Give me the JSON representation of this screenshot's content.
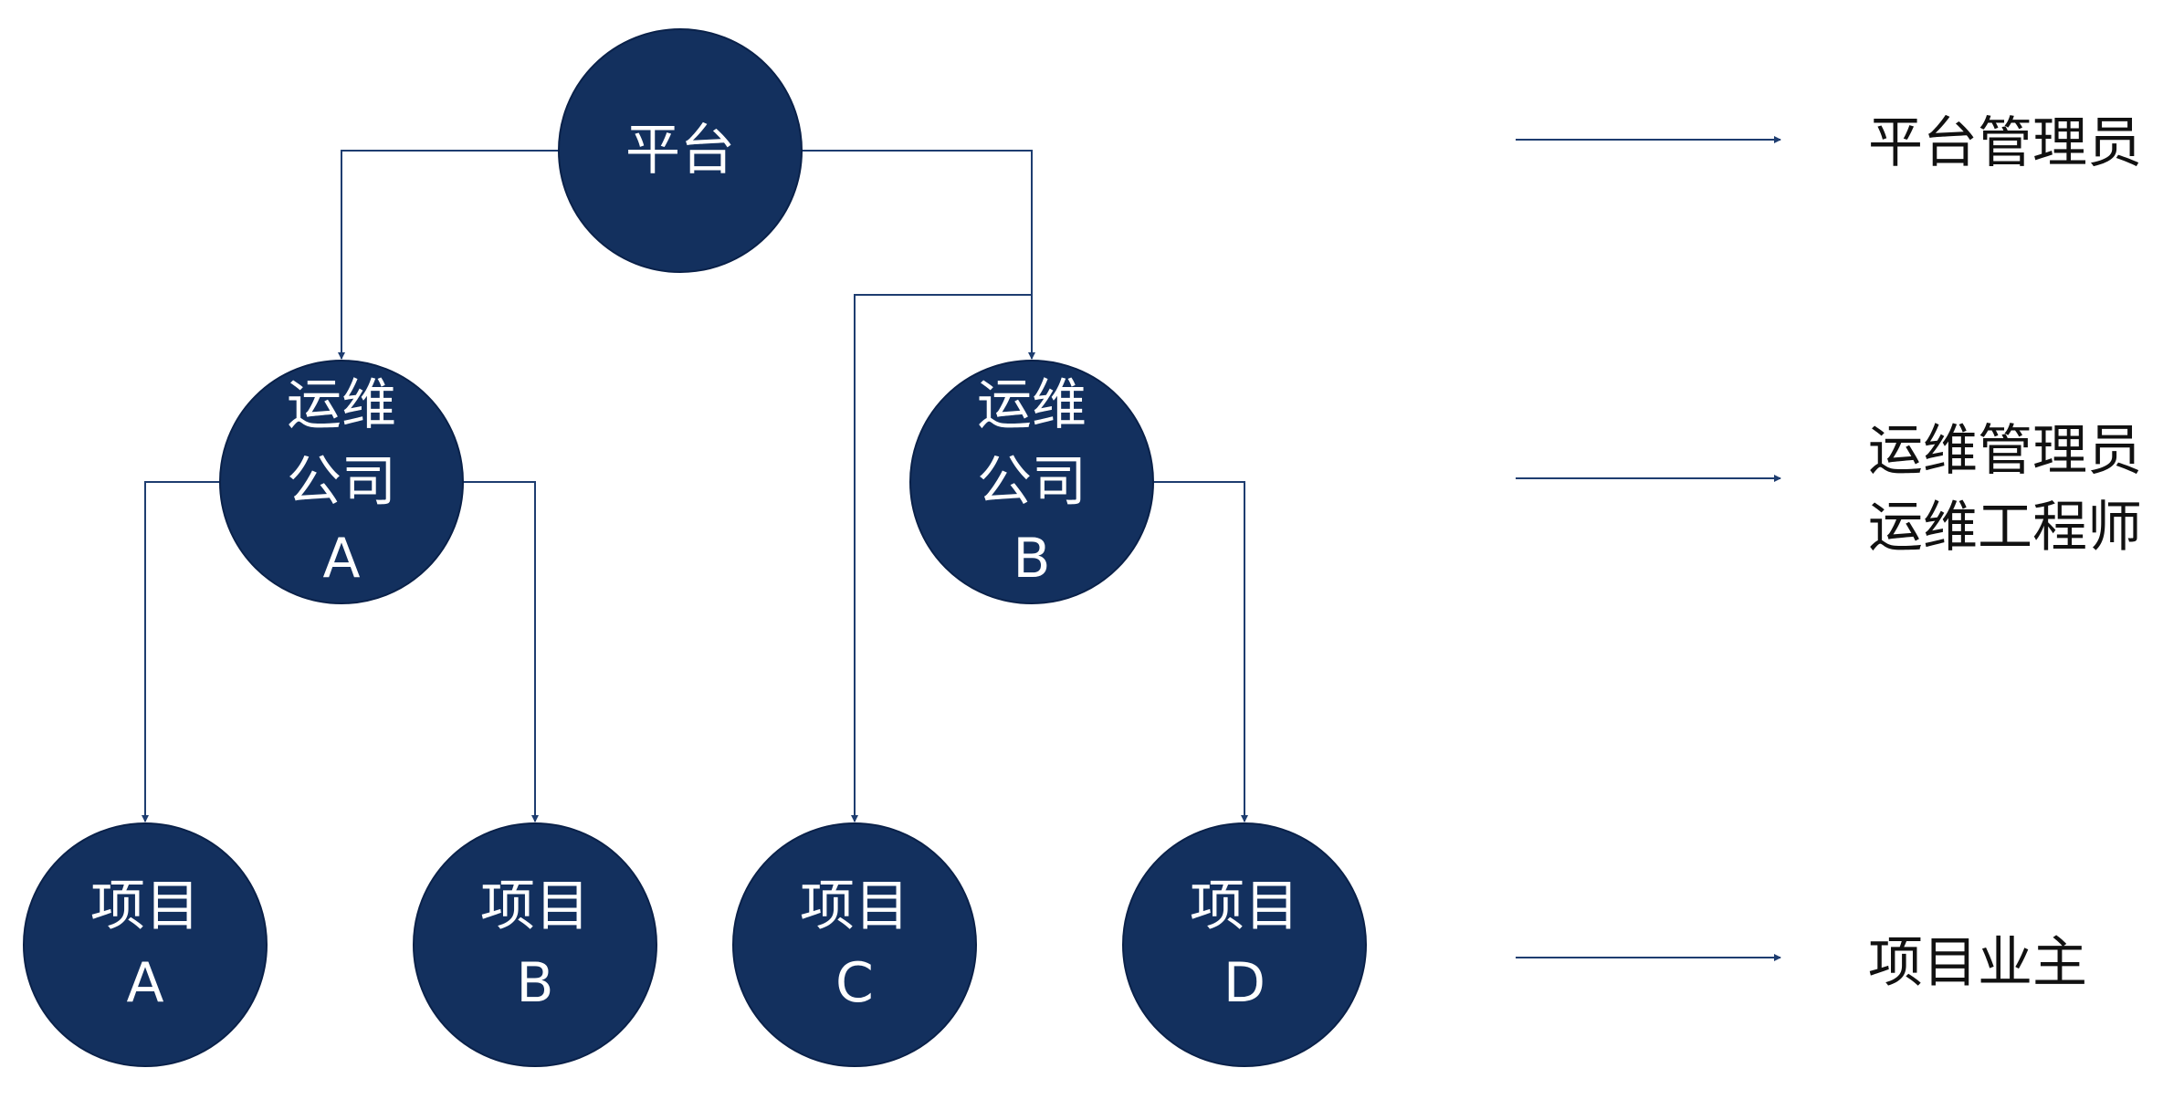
{
  "colors": {
    "node_fill": "#13305e",
    "line_color": "#1e3d70",
    "text_on_node": "#ffffff",
    "role_text": "#111111"
  },
  "nodes": {
    "platform": {
      "lines": [
        "平台"
      ]
    },
    "company_a": {
      "lines": [
        "运维",
        "公司",
        "A"
      ]
    },
    "company_b": {
      "lines": [
        "运维",
        "公司",
        "B"
      ]
    },
    "project_a": {
      "lines": [
        "项目",
        "A"
      ]
    },
    "project_b": {
      "lines": [
        "项目",
        "B"
      ]
    },
    "project_c": {
      "lines": [
        "项目",
        "C"
      ]
    },
    "project_d": {
      "lines": [
        "项目",
        "D"
      ]
    }
  },
  "roles": {
    "level1": [
      "平台管理员"
    ],
    "level2": [
      "运维管理员",
      "运维工程师"
    ],
    "level3": [
      "项目业主"
    ]
  }
}
